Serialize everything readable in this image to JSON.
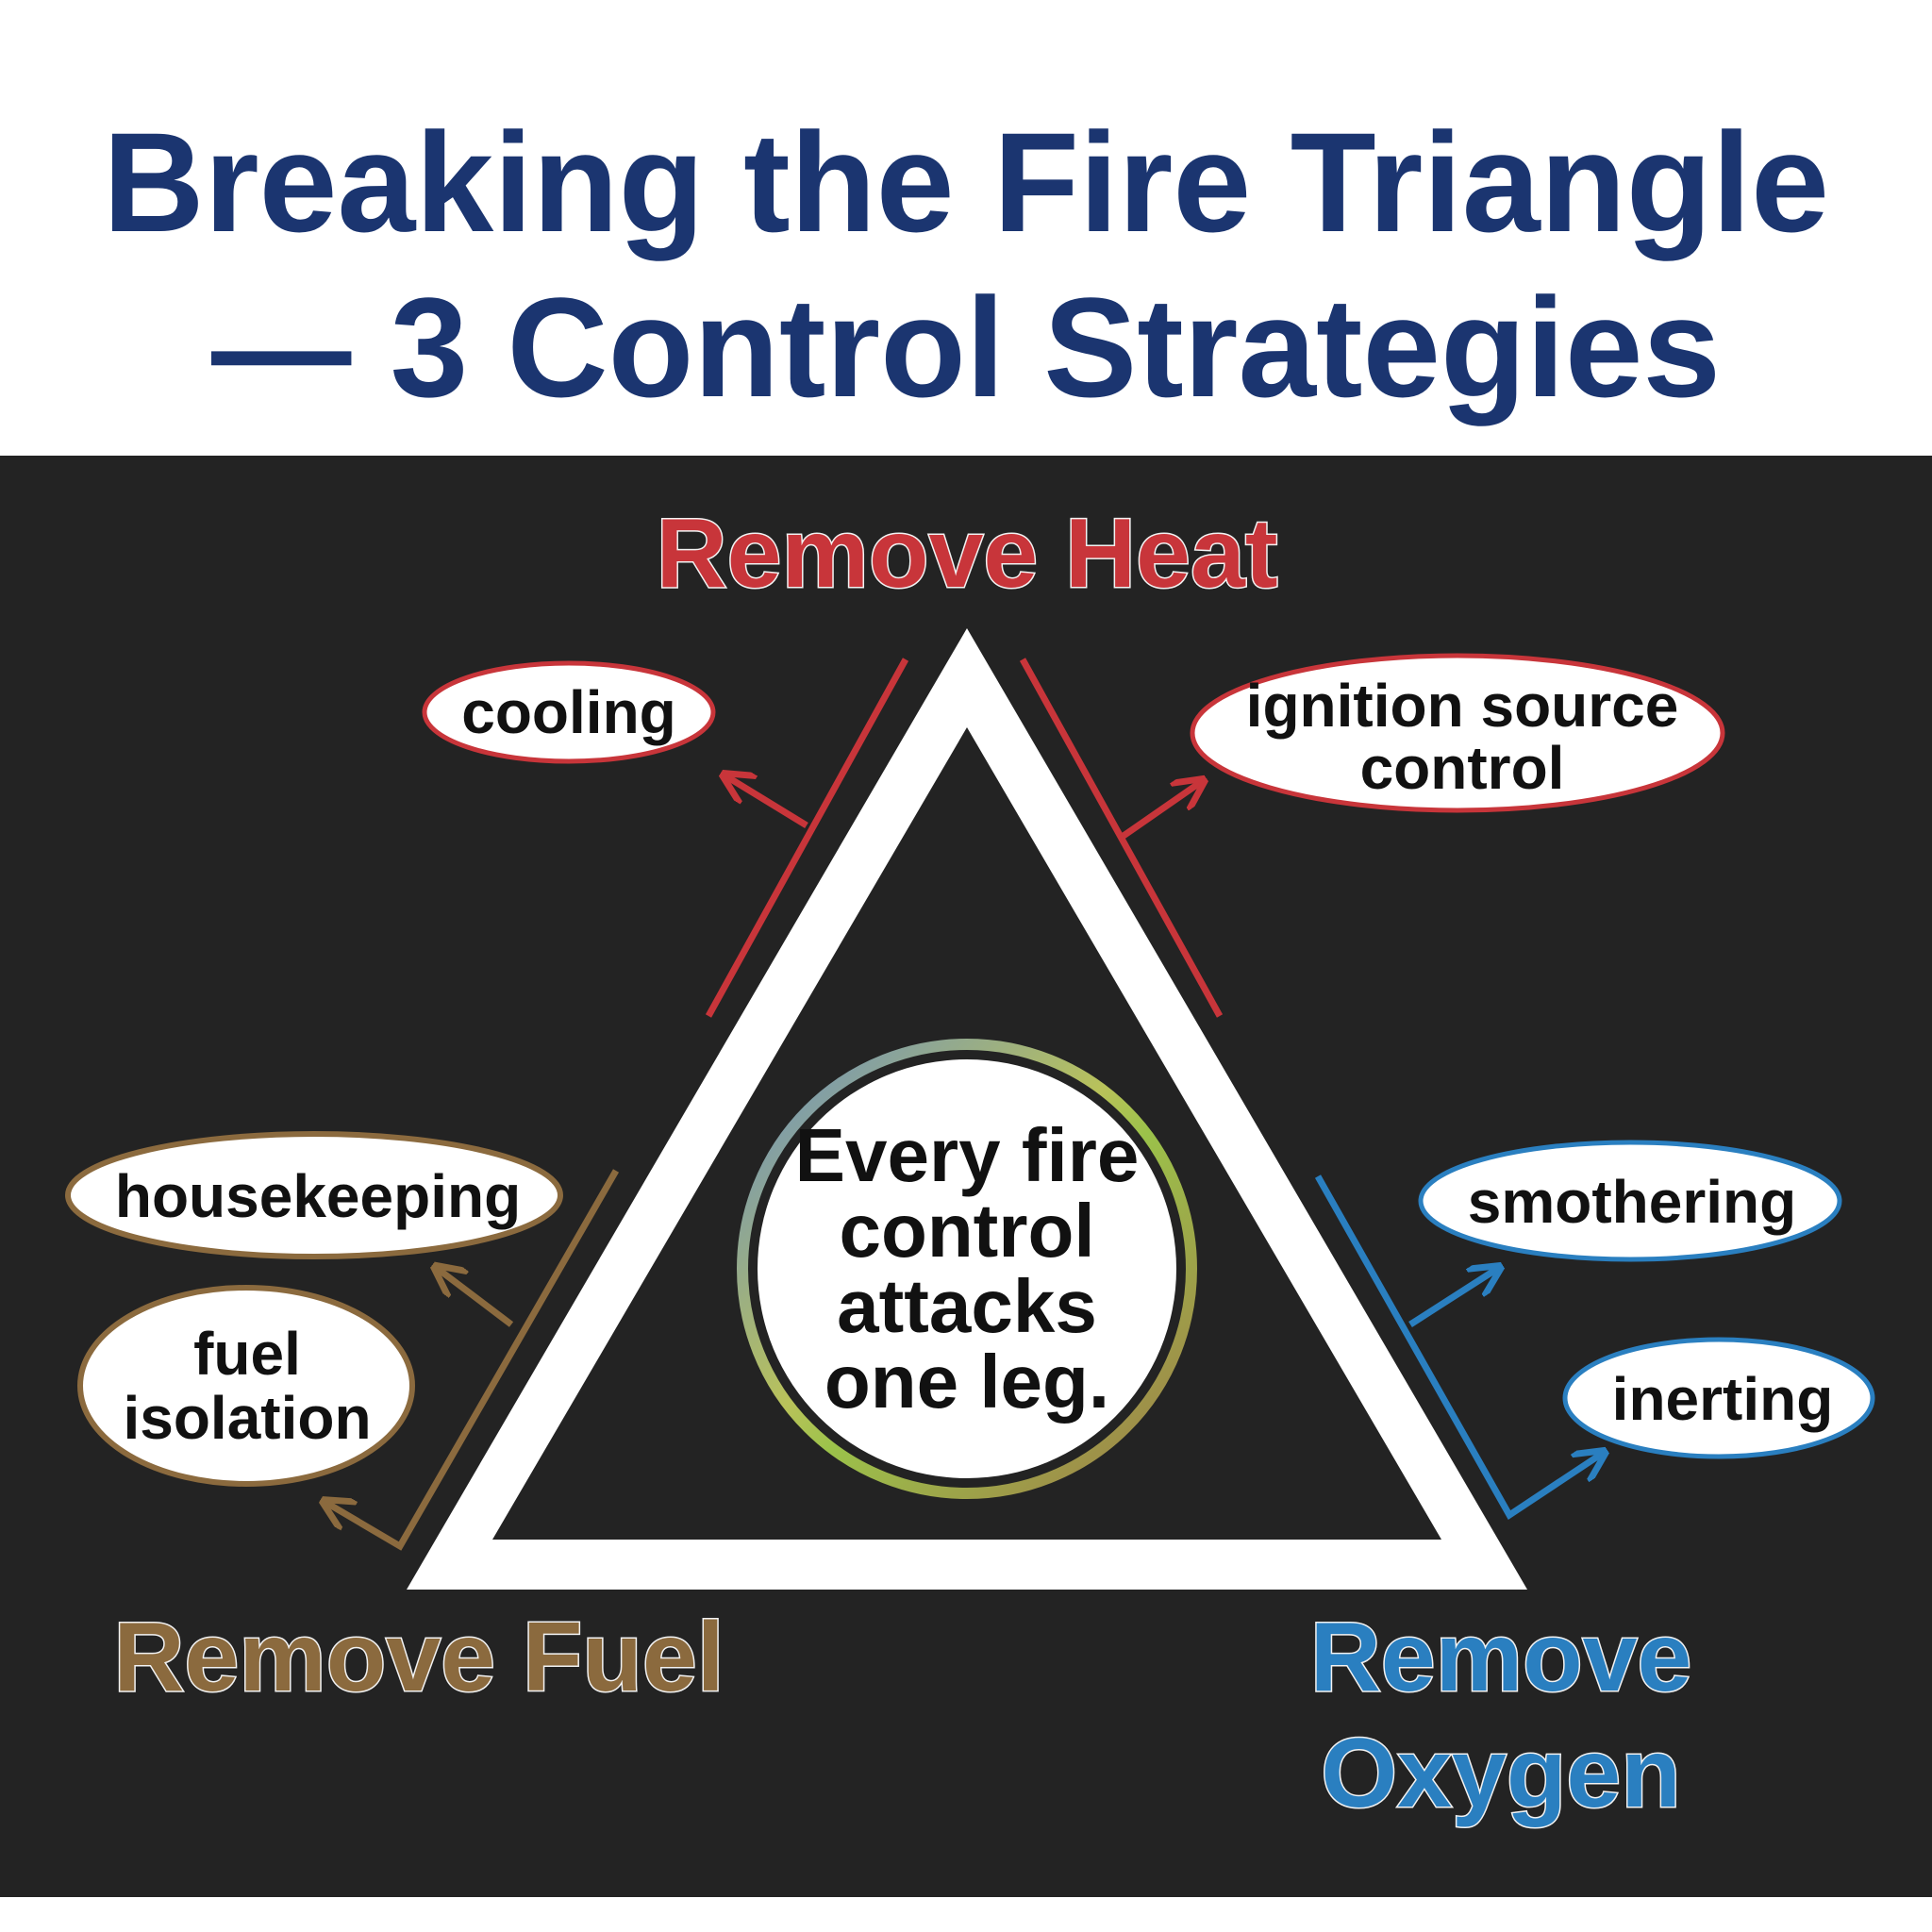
{
  "title": {
    "line1": "Breaking the Fire Triangle",
    "line2": "— 3 Control Strategies"
  },
  "center": {
    "lines": [
      "Every fire",
      "control",
      "attacks",
      "one leg."
    ]
  },
  "heat": {
    "label": "Remove Heat",
    "color": "#c8353a",
    "items": [
      "cooling",
      "ignition source",
      "control"
    ]
  },
  "fuel": {
    "label": "Remove Fuel",
    "color": "#8b6a3e",
    "items": [
      "housekeeping",
      "fuel",
      "isolation"
    ]
  },
  "oxygen": {
    "label_line1": "Remove",
    "label_line2": "Oxygen",
    "color": "#2a7fc0",
    "items": [
      "smothering",
      "inerting"
    ]
  },
  "colors": {
    "title": "#1b3570",
    "background": "#232323"
  }
}
